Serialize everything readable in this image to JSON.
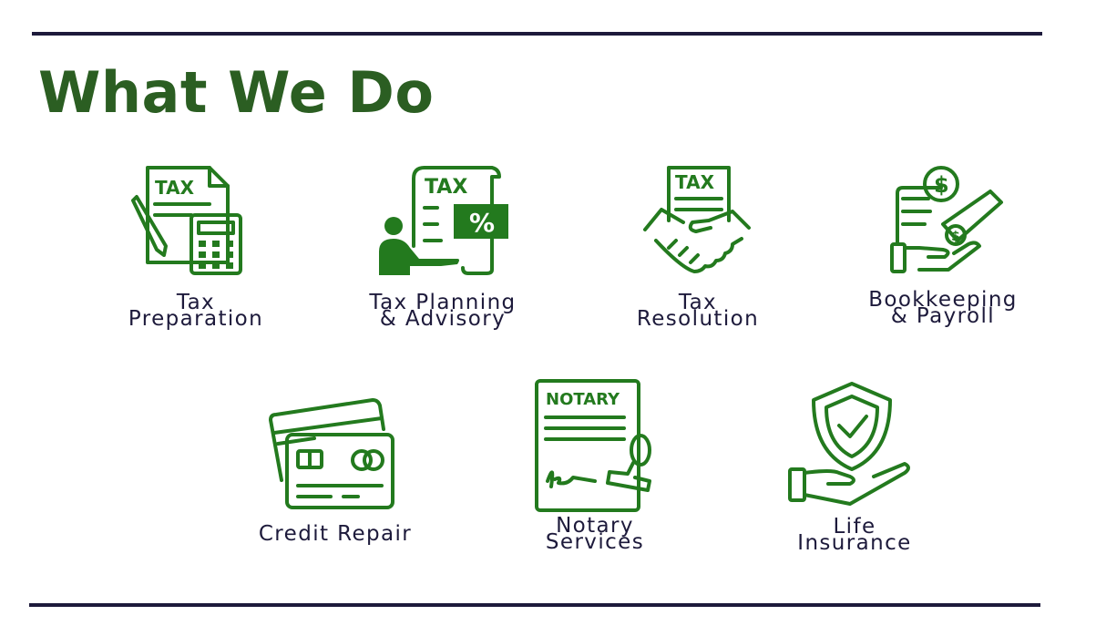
{
  "page": {
    "title": "What We Do",
    "colors": {
      "title": "#2b5e22",
      "icon": "#237a1e",
      "text": "#1d1a3b",
      "rule": "#1d1a3b"
    }
  },
  "services": [
    {
      "icon": "tax-calculator-icon",
      "lines": [
        "Tax",
        "Preparation"
      ],
      "icon_text": "TAX"
    },
    {
      "icon": "tax-planning-icon",
      "lines": [
        "Tax Planning",
        "& Advisory"
      ],
      "icon_text": "TAX"
    },
    {
      "icon": "handshake-tax-icon",
      "lines": [
        "Tax",
        "Resolution"
      ],
      "icon_text": "TAX"
    },
    {
      "icon": "bookkeeping-payroll-icon",
      "lines": [
        "Bookkeeping",
        "& Payroll"
      ]
    },
    {
      "icon": "credit-card-icon",
      "lines": [
        "Credit Repair"
      ]
    },
    {
      "icon": "notary-stamp-icon",
      "lines": [
        "Notary",
        "Services"
      ],
      "icon_text": "NOTARY"
    },
    {
      "icon": "insurance-hand-shield-icon",
      "lines": [
        "Life",
        "Insurance"
      ]
    }
  ]
}
